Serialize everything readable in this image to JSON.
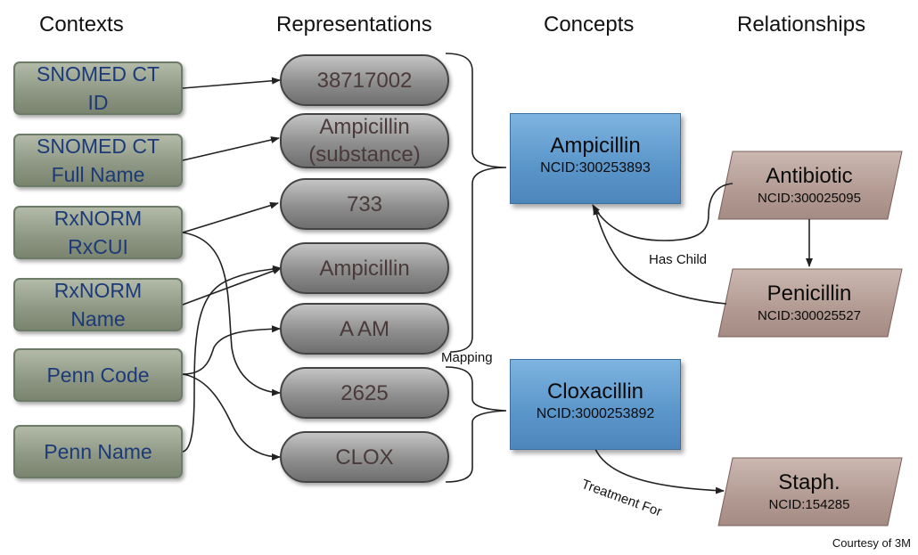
{
  "headers": {
    "contexts": "Contexts",
    "representations": "Representations",
    "concepts": "Concepts",
    "relationships": "Relationships"
  },
  "contexts": [
    {
      "label": "SNOMED CT\nID"
    },
    {
      "label": "SNOMED CT\nFull Name"
    },
    {
      "label": "RxNORM\nRxCUI"
    },
    {
      "label": "RxNORM\nName"
    },
    {
      "label": "Penn Code"
    },
    {
      "label": "Penn Name"
    }
  ],
  "representations": [
    {
      "label": "38717002"
    },
    {
      "label": "Ampicillin\n(substance)"
    },
    {
      "label": "733"
    },
    {
      "label": "Ampicillin"
    },
    {
      "label": "A AM"
    },
    {
      "label": "2625"
    },
    {
      "label": "CLOX"
    }
  ],
  "concepts": [
    {
      "name": "Ampicillin",
      "ncid": "NCID:300253893"
    },
    {
      "name": "Cloxacillin",
      "ncid": "NCID:3000253892"
    }
  ],
  "relationships": [
    {
      "name": "Antibiotic",
      "ncid": "NCID:300025095"
    },
    {
      "name": "Penicillin",
      "ncid": "NCID:300025527"
    },
    {
      "name": "Staph.",
      "ncid": "NCID:154285"
    }
  ],
  "edge_labels": {
    "mapping": "Mapping",
    "has_child": "Has Child",
    "treatment_for": "Treatment For"
  },
  "credit": "Courtesy of 3M",
  "colors": {
    "context_fill": "#8c9682",
    "context_text": "#1d3a78",
    "representation_fill": "#8e8e8e",
    "concept_fill": "#5a95c9",
    "relationship_fill": "#bba59e"
  }
}
